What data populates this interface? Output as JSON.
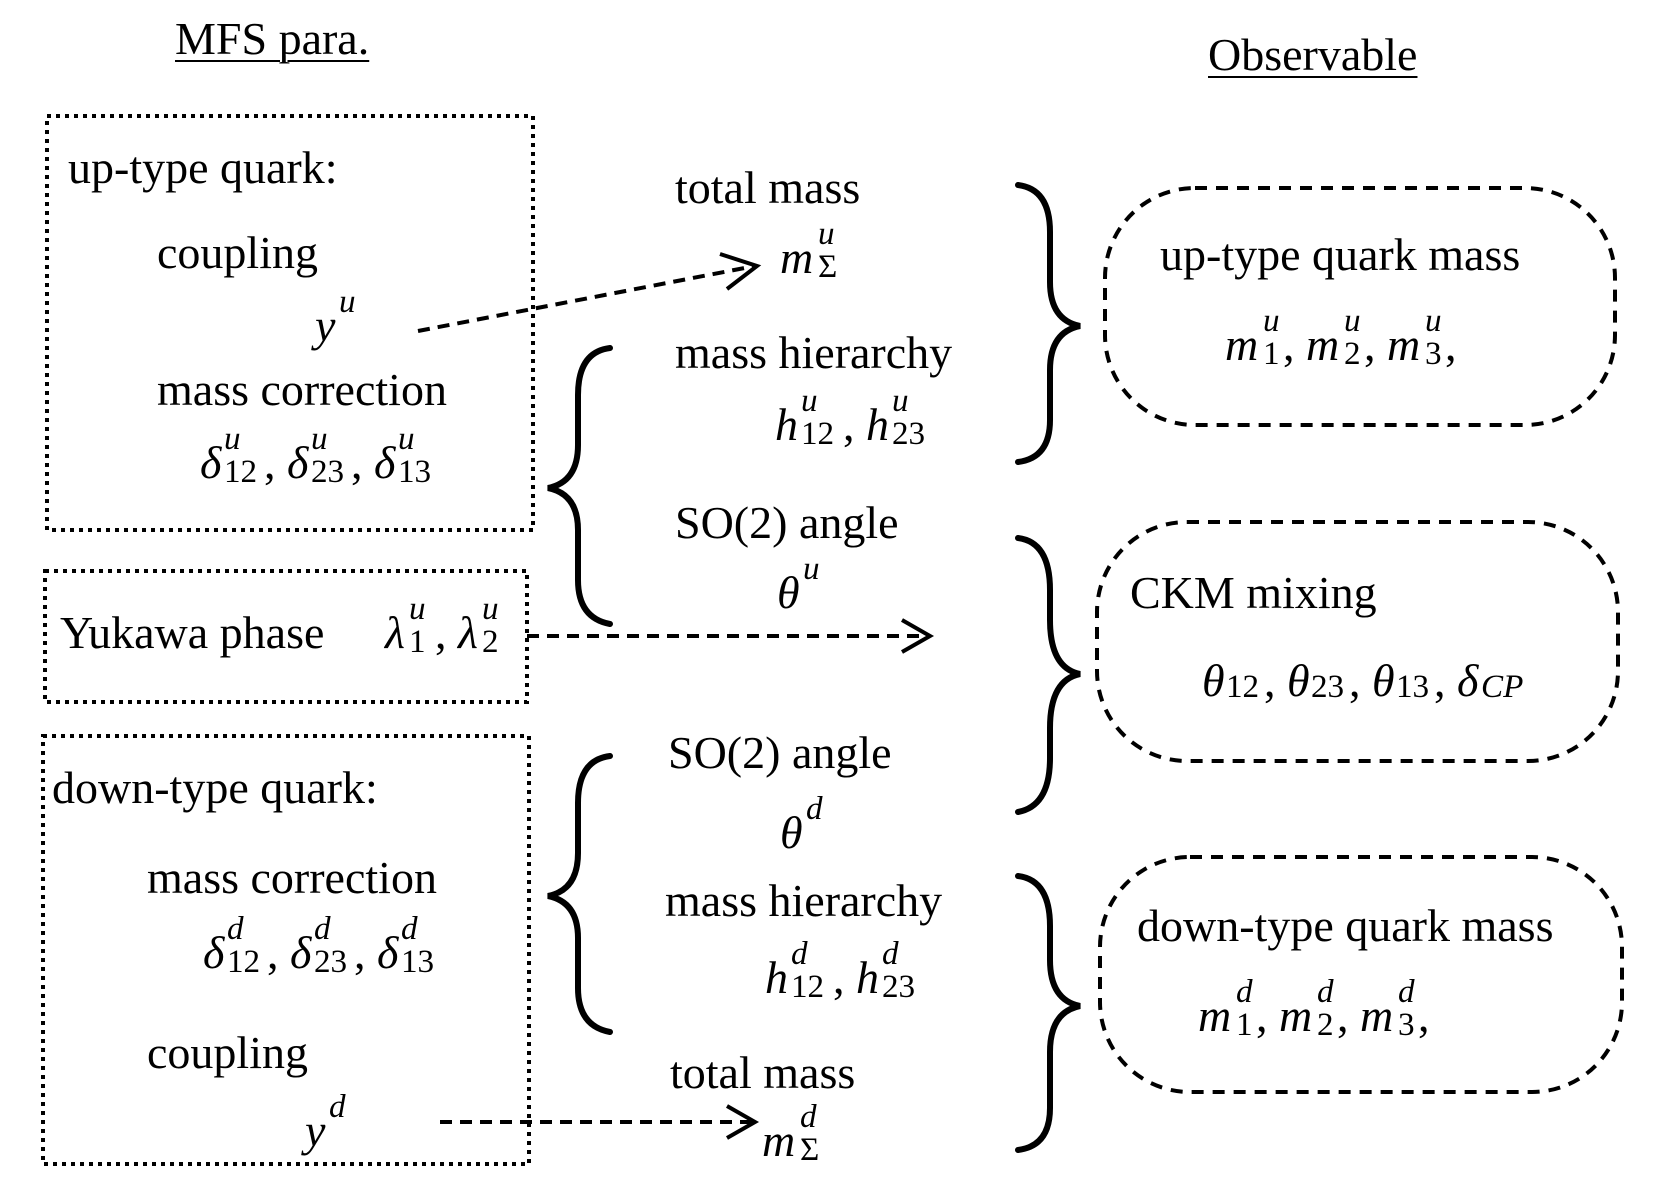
{
  "headers": {
    "left": "MFS para.",
    "right": "Observable"
  },
  "up_box": {
    "title": "up-type quark:",
    "coupling_label": "coupling",
    "coupling_symbol": "y",
    "coupling_sup": "u",
    "correction_label": "mass correction",
    "deltas": [
      {
        "base": "δ",
        "sup": "u",
        "sub": "12"
      },
      {
        "base": "δ",
        "sup": "u",
        "sub": "23"
      },
      {
        "base": "δ",
        "sup": "u",
        "sub": "13"
      }
    ]
  },
  "phase_box": {
    "label": "Yukawa phase",
    "lambdas": [
      {
        "base": "λ",
        "sup": "u",
        "sub": "1"
      },
      {
        "base": "λ",
        "sup": "u",
        "sub": "2"
      }
    ]
  },
  "down_box": {
    "title": "down-type quark:",
    "correction_label": "mass correction",
    "deltas": [
      {
        "base": "δ",
        "sup": "d",
        "sub": "12"
      },
      {
        "base": "δ",
        "sup": "d",
        "sub": "23"
      },
      {
        "base": "δ",
        "sup": "d",
        "sub": "13"
      }
    ],
    "coupling_label": "coupling",
    "coupling_symbol": "y",
    "coupling_sup": "d"
  },
  "middle": {
    "up_total_mass_label": "total mass",
    "up_total_mass": {
      "base": "m",
      "sup": "u",
      "sub": "Σ"
    },
    "up_hierarchy_label": "mass hierarchy",
    "up_hierarchy": [
      {
        "base": "h",
        "sup": "u",
        "sub": "12"
      },
      {
        "base": "h",
        "sup": "u",
        "sub": "23"
      }
    ],
    "up_angle_label": "SO(2) angle",
    "up_angle": {
      "base": "θ",
      "sup": "u"
    },
    "down_angle_label": "SO(2) angle",
    "down_angle": {
      "base": "θ",
      "sup": "d"
    },
    "down_hierarchy_label": "mass hierarchy",
    "down_hierarchy": [
      {
        "base": "h",
        "sup": "d",
        "sub": "12"
      },
      {
        "base": "h",
        "sup": "d",
        "sub": "23"
      }
    ],
    "down_total_mass_label": "total mass",
    "down_total_mass": {
      "base": "m",
      "sup": "d",
      "sub": "Σ"
    }
  },
  "observables": {
    "up_mass": {
      "label": "up-type quark mass",
      "items": [
        {
          "base": "m",
          "sup": "u",
          "sub": "1"
        },
        {
          "base": "m",
          "sup": "u",
          "sub": "2"
        },
        {
          "base": "m",
          "sup": "u",
          "sub": "3"
        }
      ],
      "trailing": ","
    },
    "ckm": {
      "label": "CKM mixing",
      "items": [
        {
          "base": "θ",
          "sub": "12"
        },
        {
          "base": "θ",
          "sub": "23"
        },
        {
          "base": "θ",
          "sub": "13"
        },
        {
          "base": "δ",
          "sub": "CP",
          "sub_italic": true
        }
      ]
    },
    "down_mass": {
      "label": "down-type quark mass",
      "items": [
        {
          "base": "m",
          "sup": "d",
          "sub": "1"
        },
        {
          "base": "m",
          "sup": "d",
          "sub": "2"
        },
        {
          "base": "m",
          "sup": "d",
          "sub": "3"
        }
      ],
      "trailing": ","
    }
  }
}
